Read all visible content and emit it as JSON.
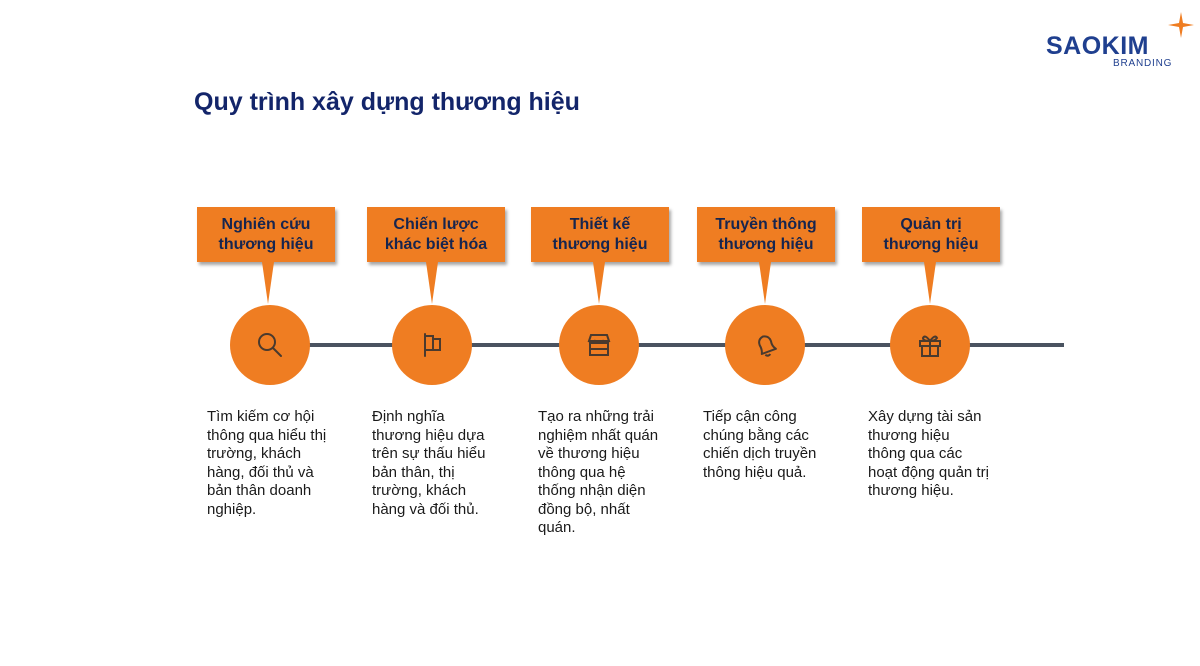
{
  "logo": {
    "word": "SAOKIM",
    "sub": "BRANDING"
  },
  "title": "Quy trình xây dựng thương hiệu",
  "steps": [
    {
      "label": "Nghiên cứu\nthương hiệu",
      "icon": "search-icon",
      "description": "Tìm kiếm cơ hội\nthông qua hiểu thị\ntrường, khách\nhàng, đối thủ và\nbản thân doanh\nnghiệp."
    },
    {
      "label": "Chiến lược\nkhác biệt hóa",
      "icon": "flag-icon",
      "description": "Định nghĩa\nthương hiệu dựa\ntrên sự thấu hiểu\nbản thân, thị\ntrường, khách\nhàng và đối thủ."
    },
    {
      "label": "Thiết kế\nthương hiệu",
      "icon": "store-icon",
      "description": "Tạo ra những trải\nnghiệm nhất quán\nvề thương hiệu\nthông qua hệ\nthống nhận diện\nđồng bộ, nhất\nquán."
    },
    {
      "label": "Truyền thông\nthương hiệu",
      "icon": "bell-icon",
      "description": "Tiếp cận công\nchúng bằng các\nchiến dịch truyền\nthông hiệu quả."
    },
    {
      "label": "Quản trị\nthương hiệu",
      "icon": "gift-icon",
      "description": "Xây dựng tài sản\nthương hiệu\nthông qua các\nhoạt động quản trị\nthương hiệu."
    }
  ],
  "colors": {
    "accent": "#ef7d22",
    "title": "#13256a",
    "line": "#4a5360",
    "brand": "#1f3f8f"
  }
}
